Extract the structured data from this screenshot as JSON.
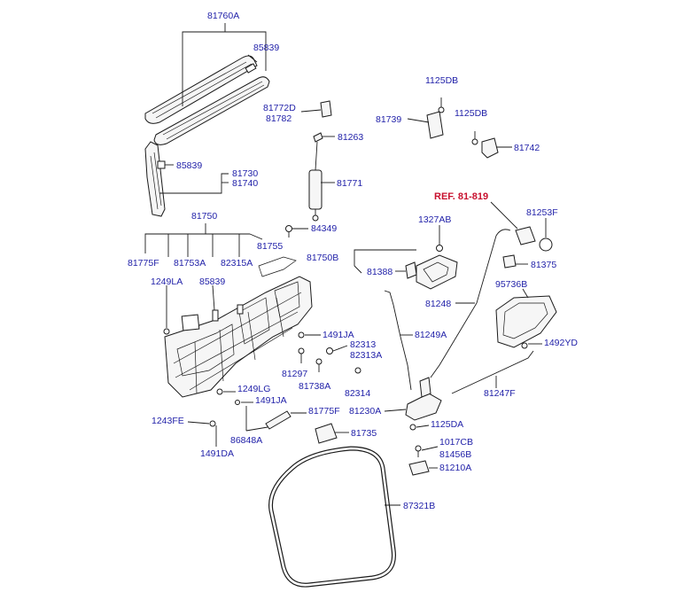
{
  "ref": {
    "text": "REF. 81-819",
    "color": "#c8102e"
  },
  "label_color": "#1f1fa8",
  "labels": {
    "p81760A": "81760A",
    "p85839_top": "85839",
    "p81772D": "81772D",
    "p81782": "81782",
    "p81263": "81263",
    "p1125DB_a": "1125DB",
    "p1125DB_b": "1125DB",
    "p81739": "81739",
    "p81742": "81742",
    "p85839_mid": "85839",
    "p81730": "81730",
    "p81740": "81740",
    "p81771": "81771",
    "p81750": "81750",
    "p84349": "84349",
    "p81755": "81755",
    "p81775F_a": "81775F",
    "p81753A": "81753A",
    "p82315A": "82315A",
    "p1249LA": "1249LA",
    "p85839_low": "85839",
    "p81750B": "81750B",
    "p1327AB": "1327AB",
    "p81388": "81388",
    "p81253F": "81253F",
    "p81375": "81375",
    "p95736B": "95736B",
    "p81248": "81248",
    "p1491JA_a": "1491JA",
    "p82313": "82313",
    "p82313A": "82313A",
    "p81249A": "81249A",
    "p1492YD": "1492YD",
    "p81297": "81297",
    "p81738A": "81738A",
    "p82314": "82314",
    "p81247F": "81247F",
    "p1249LG": "1249LG",
    "p1491JA_b": "1491JA",
    "p81775F_b": "81775F",
    "p81230A": "81230A",
    "p1243FE": "1243FE",
    "p1125DA": "1125DA",
    "p86848A": "86848A",
    "p81735": "81735",
    "p1491DA": "1491DA",
    "p1017CB": "1017CB",
    "p81456B": "81456B",
    "p81210A": "81210A",
    "p87321B": "87321B"
  }
}
